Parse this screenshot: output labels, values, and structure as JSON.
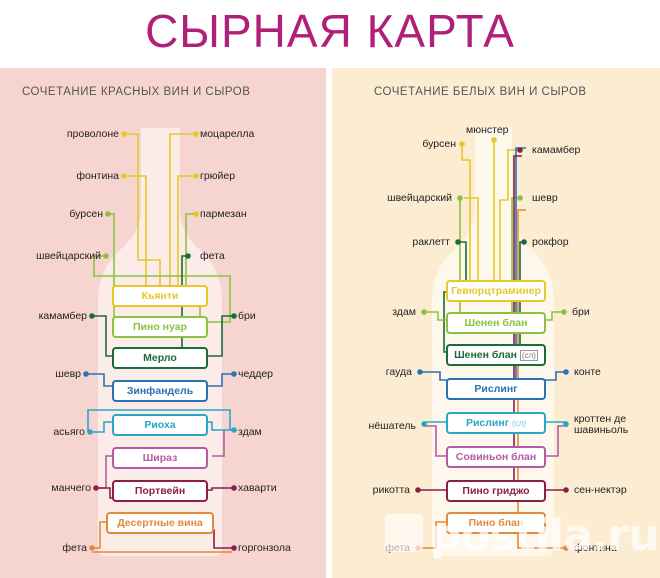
{
  "title": "СЫРНАЯ КАРТА",
  "red": {
    "subtitle": "СОЧЕТАНИЕ КРАСНЫХ ВИН И СЫРОВ",
    "cheeses_left": [
      "проволоне",
      "фонтина",
      "бурсен",
      "швейцарский",
      "камамбер",
      "шевр",
      "асьяго",
      "манчего",
      "фета"
    ],
    "cheeses_right": [
      "моцарелла",
      "грюйер",
      "пармезан",
      "фета",
      "бри",
      "чеддер",
      "здам",
      "хаварти",
      "горгонзола"
    ],
    "wines": [
      {
        "name": "Кьянти",
        "color": "#e6c829"
      },
      {
        "name": "Пино нуар",
        "color": "#8dc03f"
      },
      {
        "name": "Мерло",
        "color": "#1c6b3a"
      },
      {
        "name": "Зинфандель",
        "color": "#2a72b4"
      },
      {
        "name": "Риоха",
        "color": "#28a6c7"
      },
      {
        "name": "Шираз",
        "color": "#b45ba5"
      },
      {
        "name": "Портвейн",
        "color": "#8a1f4a"
      },
      {
        "name": "Десертные вина",
        "color": "#e08a3c"
      }
    ]
  },
  "white": {
    "subtitle": "СОЧЕТАНИЕ БЕЛЫХ ВИН И СЫРОВ",
    "cheeses_top": "мюнстер",
    "cheeses_left": [
      "бурсен",
      "швейцарский",
      "раклетт",
      "здам",
      "гауда",
      "нёшатель",
      "рикотта",
      "фета"
    ],
    "cheeses_right": [
      "камамбер",
      "шевр",
      "рокфор",
      "бри",
      "конте",
      "кроттен де шавиньоль",
      "сен-нектэр",
      "фонтина"
    ],
    "wines": [
      {
        "name": "Гевюрцтраминер",
        "color": "#e6c829"
      },
      {
        "name": "Шенен блан",
        "color": "#8dc03f"
      },
      {
        "name": "Шенен блан",
        "badge": "(сл)",
        "color": "#1c6b3a"
      },
      {
        "name": "Рислинг",
        "color": "#2a72b4"
      },
      {
        "name": "Рислинг",
        "badge": "(сл)",
        "color": "#28a6c7"
      },
      {
        "name": "Совиньон блан",
        "color": "#b45ba5"
      },
      {
        "name": "Пино гриджо",
        "color": "#8a1f4a"
      },
      {
        "name": "Пино блан",
        "color": "#e08a3c"
      }
    ]
  },
  "watermark": "postila.ru"
}
